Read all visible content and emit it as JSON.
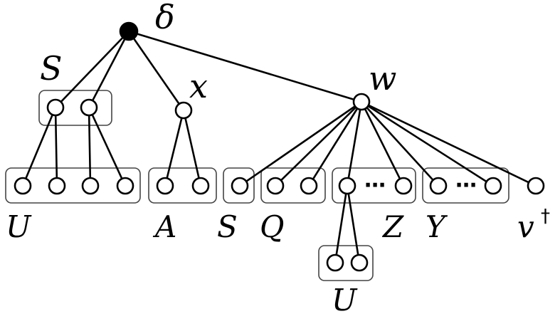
{
  "labels": {
    "root": "δ",
    "s_top": "S",
    "x": "x",
    "w": "w",
    "U_left": "U",
    "A": "A",
    "S_bottom": "S",
    "Q": "Q",
    "Z": "Z",
    "Y": "Y",
    "v": "v",
    "v_sup": "†",
    "U_bottom": "U"
  },
  "ellipsis": "⋯"
}
